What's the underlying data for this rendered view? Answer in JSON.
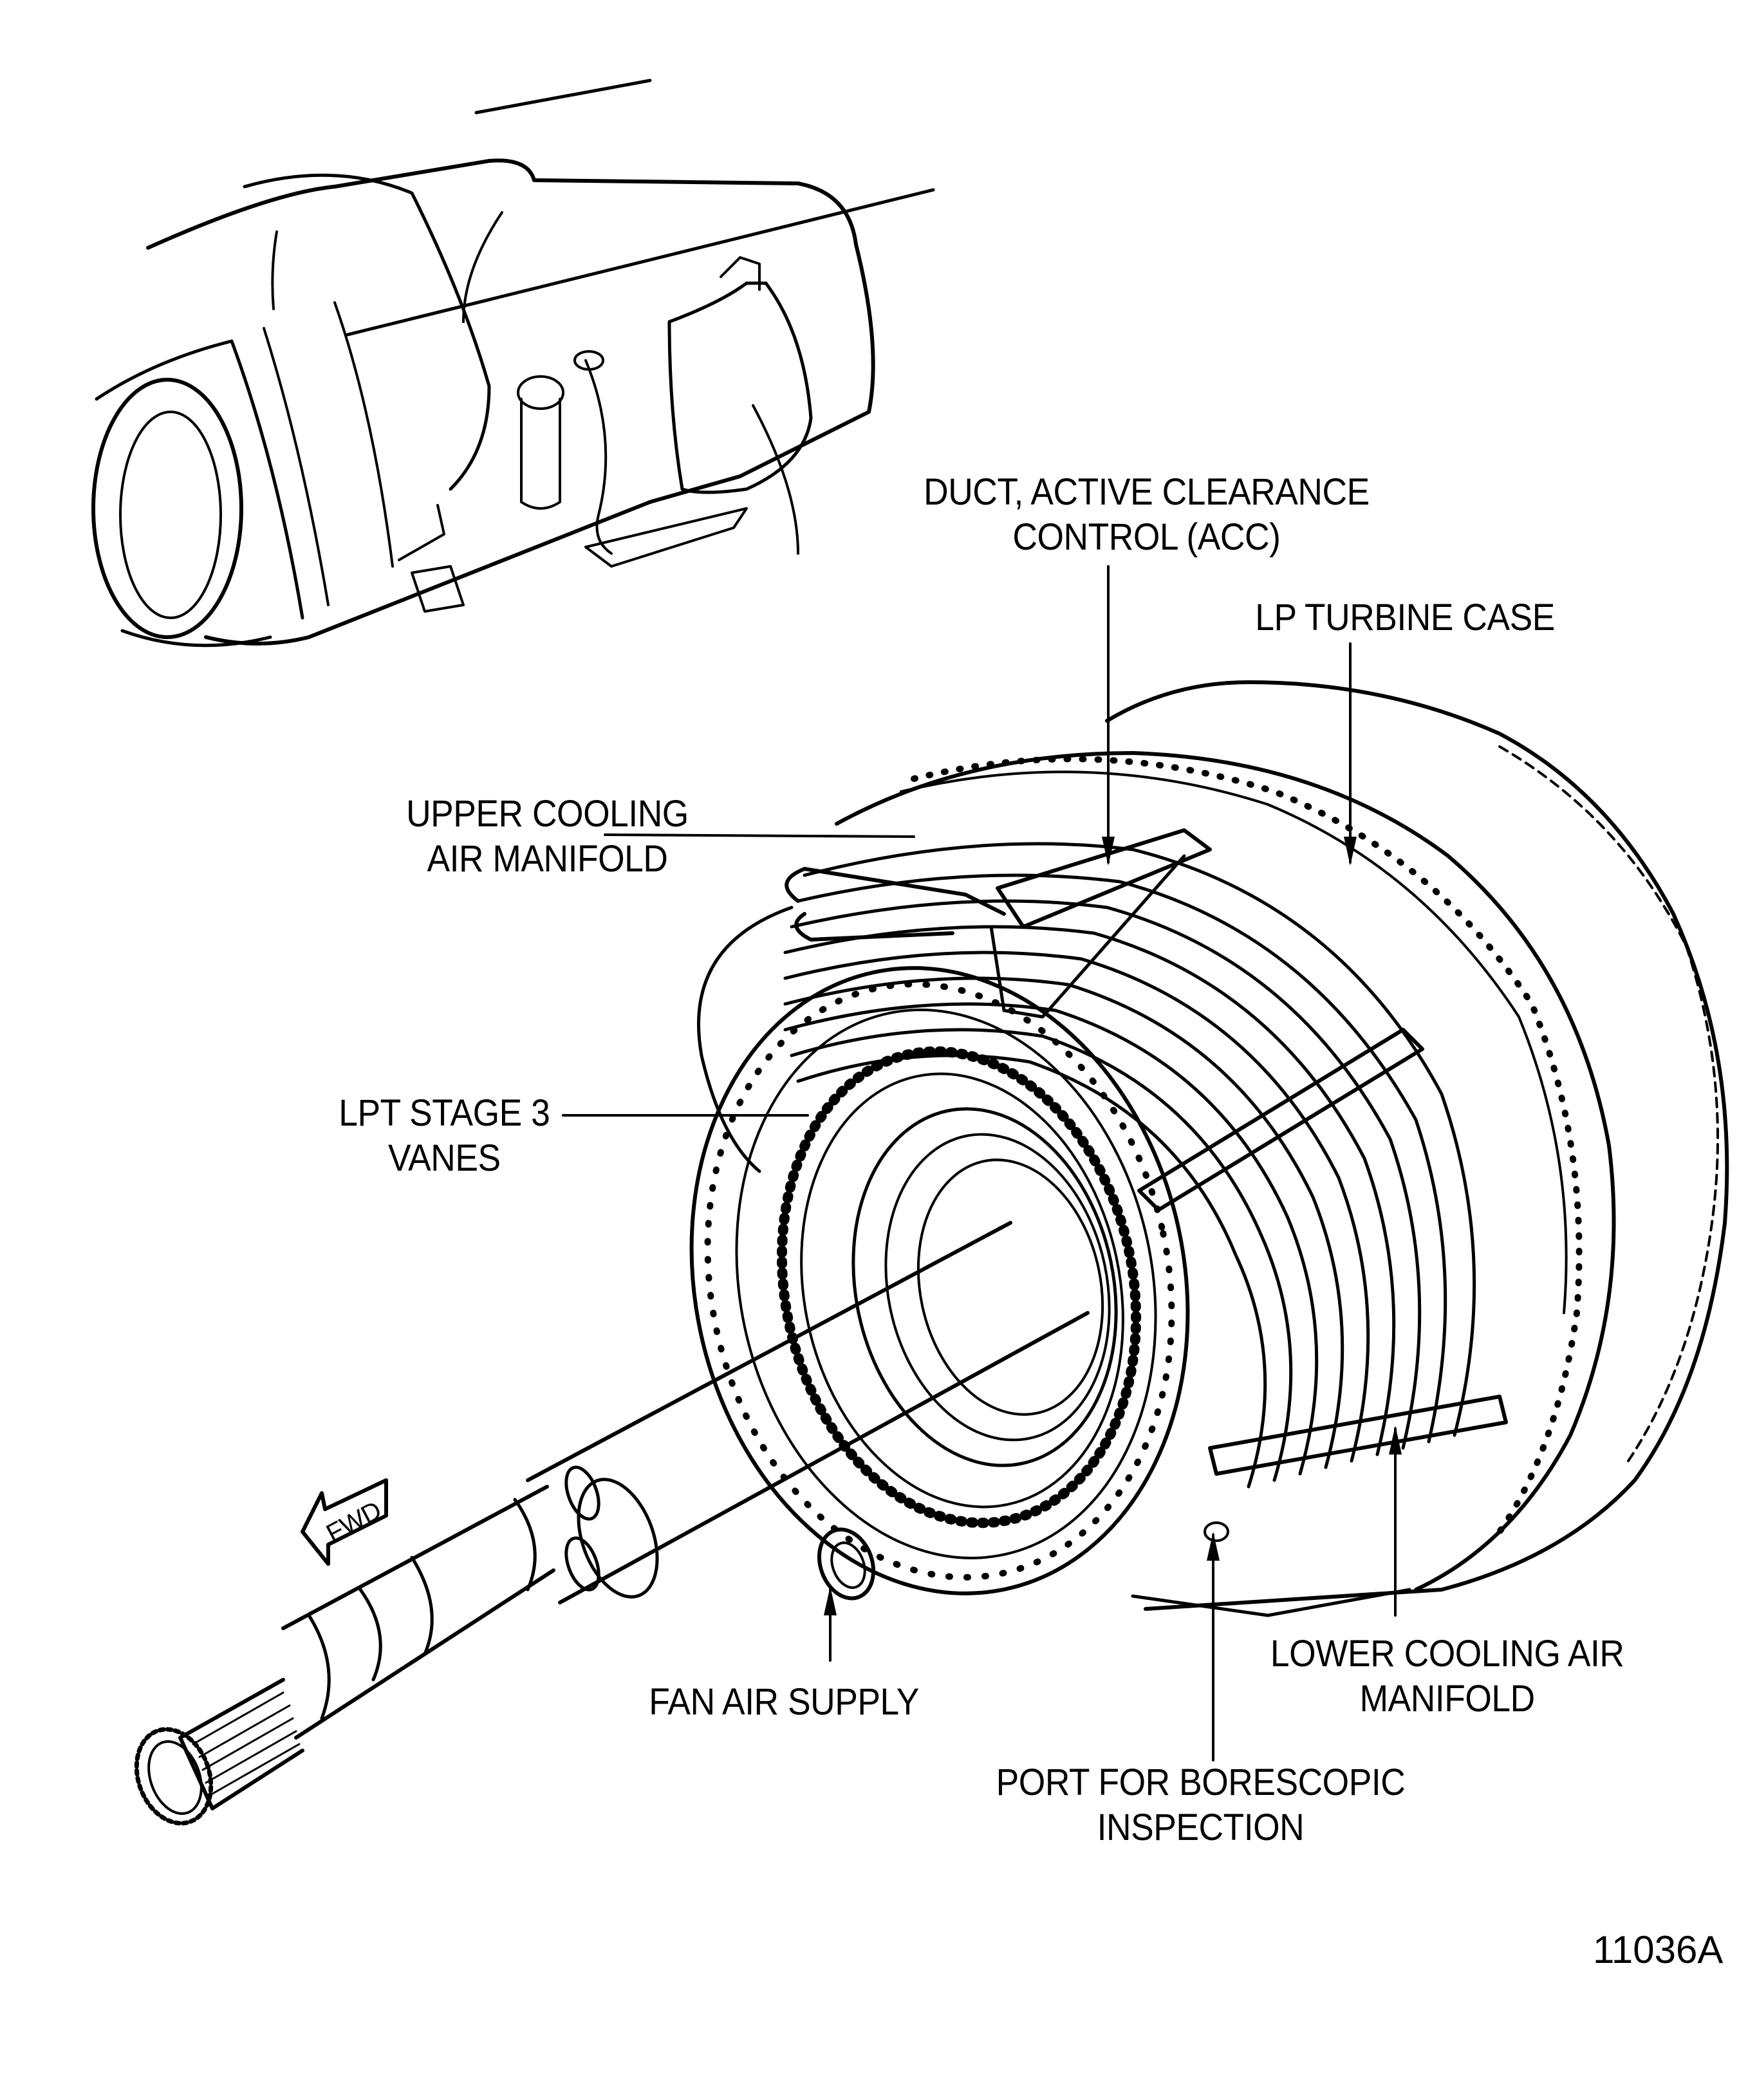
{
  "figure": {
    "id": "11036A",
    "subject": "LP turbine module with LP shaft",
    "colors": {
      "ink": "#000000",
      "paper": "#ffffff"
    }
  },
  "inset": {
    "name": "engine-nacelle-locator-view"
  },
  "direction_indicator": {
    "label": "FWD"
  },
  "callouts": {
    "acc_duct": {
      "line1": "DUCT, ACTIVE CLEARANCE",
      "line2": "CONTROL (ACC)"
    },
    "lp_turbine_case": {
      "line1": "LP TURBINE CASE"
    },
    "upper_manifold": {
      "line1": "UPPER COOLING",
      "line2": "AIR MANIFOLD"
    },
    "lpt_vanes": {
      "line1": "LPT STAGE 3",
      "line2": "VANES"
    },
    "fan_air_supply": {
      "line1": "FAN AIR SUPPLY"
    },
    "lower_manifold": {
      "line1": "LOWER COOLING AIR",
      "line2": "MANIFOLD"
    },
    "borescope_port": {
      "line1": "PORT FOR BORESCOPIC",
      "line2": "INSPECTION"
    }
  }
}
